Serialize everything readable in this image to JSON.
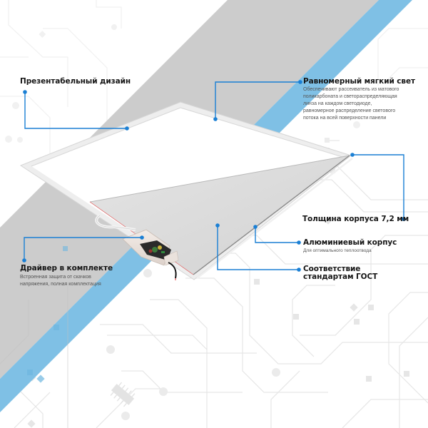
{
  "colors": {
    "accent_line": "#1a7fd4",
    "stripe_gray": "#cccccc",
    "stripe_blue": "#7fc0e5",
    "circuit_trace": "#e6e6e6",
    "panel_frame": "#e9e9e9",
    "panel_back": "#d9d9d9"
  },
  "callouts": [
    {
      "id": "design",
      "title": "Презентабельный дизайн",
      "description": ""
    },
    {
      "id": "light",
      "title": "Равномерный мягкий свет",
      "description_lines": [
        "Обеспечивают рассеиватель из матового",
        "поликарбоната и светораспределяющая",
        "линза на каждом светодиоде,",
        "равномерное распределение светового",
        "потока на всей поверхности панели"
      ]
    },
    {
      "id": "thickness",
      "title": "Толщина корпуса 7,2 мм",
      "description": ""
    },
    {
      "id": "aluminium",
      "title": "Алюминиевый корпус",
      "description": "Для оптимального теплоотвода"
    },
    {
      "id": "gost",
      "title_lines": [
        "Соответствие",
        "стандартам ГОСТ"
      ]
    },
    {
      "id": "driver",
      "title": "Драйвер в комплекте",
      "description_lines": [
        "Встроенная защита от скачков",
        "напряжения, полная комплектация"
      ]
    }
  ],
  "icons": {
    "callout_dot": "filled-circle",
    "product": "led-panel-illustration",
    "driver": "power-driver-box",
    "chip": "microchip-icon"
  }
}
